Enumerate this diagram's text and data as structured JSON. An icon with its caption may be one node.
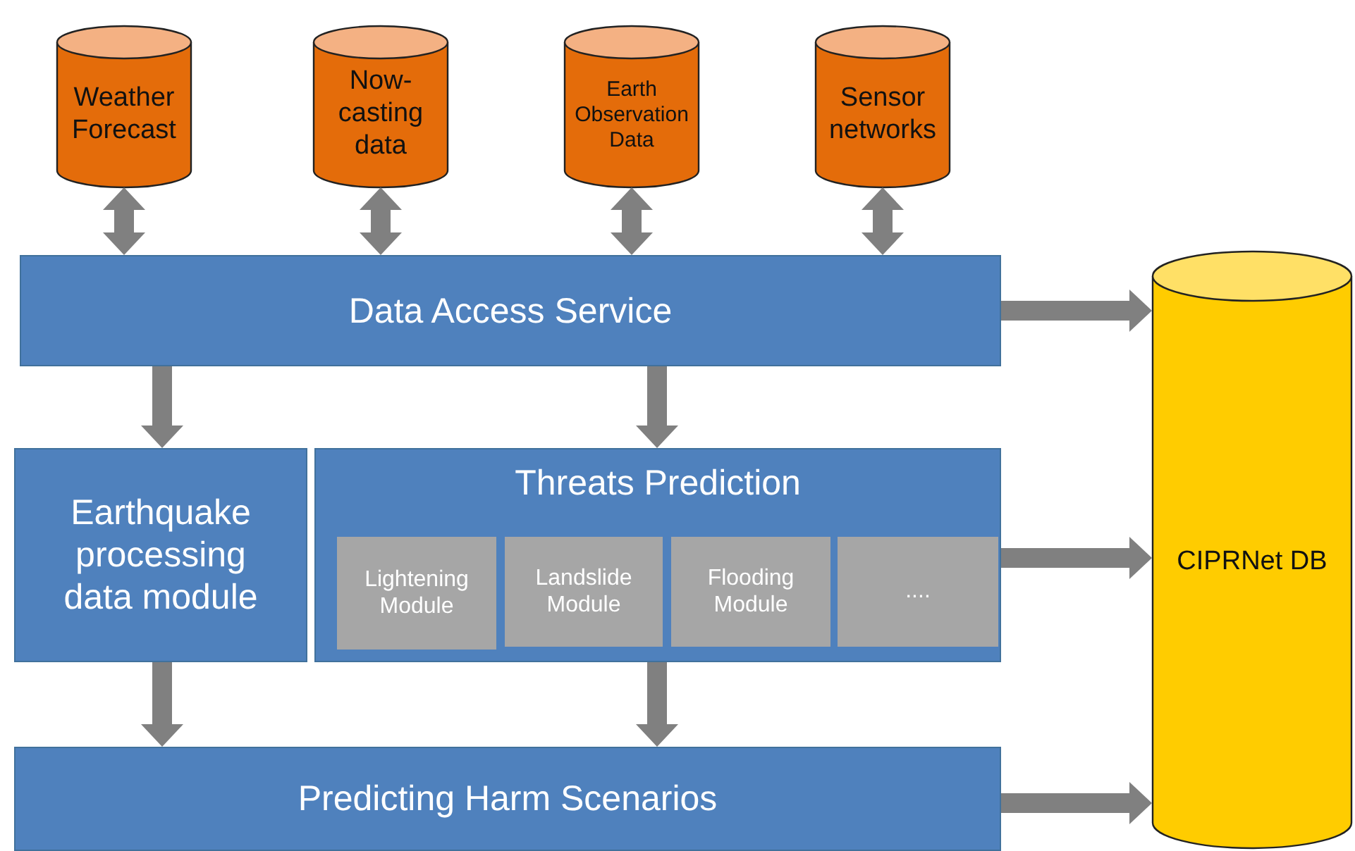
{
  "diagram": {
    "nodes": [
      {
        "text": [
          "Weather Forecast"
        ]
      },
      {
        "text": [
          "Now-casting data"
        ]
      },
      {
        "text": [
          "Earth Observation Data"
        ]
      },
      {
        "text": [
          "Sensor networks"
        ]
      },
      {
        "text": [
          "Data Access Service"
        ]
      },
      {
        "text": [
          "Earthquake processing data module"
        ]
      },
      {
        "text": [
          "Threats Prediction"
        ]
      },
      {
        "text": [
          "Lightening Module"
        ],
        "in": 6
      },
      {
        "text": [
          "Landslide Module"
        ],
        "in": 6
      },
      {
        "text": [
          "Flooding Module"
        ],
        "in": 6
      },
      {
        "text": [
          "...."
        ],
        "in": 6
      },
      {
        "text": [
          "Predicting Harm Scenarios"
        ]
      },
      {
        "text": [
          "CIPRNet DB"
        ]
      }
    ],
    "edges": [
      {
        "from": 0,
        "to": 4,
        "arrow": "both"
      },
      {
        "from": 1,
        "to": 4,
        "arrow": "both"
      },
      {
        "from": 2,
        "to": 4,
        "arrow": "both"
      },
      {
        "from": 3,
        "to": 4,
        "arrow": "both"
      },
      {
        "from": 4,
        "to": 5,
        "arrow": "to"
      },
      {
        "from": 4,
        "to": 6,
        "arrow": "to"
      },
      {
        "from": 5,
        "to": 11,
        "arrow": "to"
      },
      {
        "from": 6,
        "to": 11,
        "arrow": "to"
      },
      {
        "from": 4,
        "to": 12,
        "arrow": "to"
      },
      {
        "from": 6,
        "to": 12,
        "arrow": "to"
      },
      {
        "from": 11,
        "to": 12,
        "arrow": "to"
      }
    ]
  }
}
